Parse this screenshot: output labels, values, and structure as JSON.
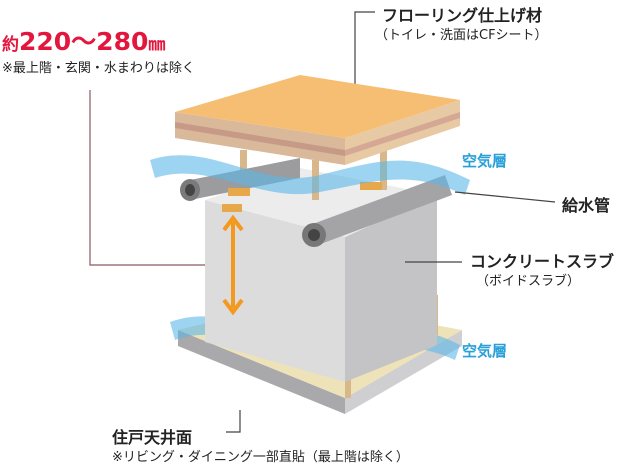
{
  "height_label": {
    "prefix": "約",
    "value": "220〜280",
    "unit": "㎜"
  },
  "height_note": "※最上階・玄関・水まわりは除く",
  "flooring": {
    "title": "フローリング仕上げ材",
    "note": "（トイレ・洗面はCFシート）"
  },
  "air_layer_top": "空気層",
  "air_layer_bottom": "空気層",
  "water_pipe": "給水管",
  "slab": {
    "title": "コンクリートスラブ",
    "note": "（ボイドスラブ）"
  },
  "ceiling": {
    "title": "住戸天井面",
    "note": "※リビング・ダイニング一部直貼（最上階は除く）"
  },
  "colors": {
    "accent_red": "#e3173e",
    "air_blue": "#2aa0d8",
    "arrow_orange": "#f39a1e"
  }
}
